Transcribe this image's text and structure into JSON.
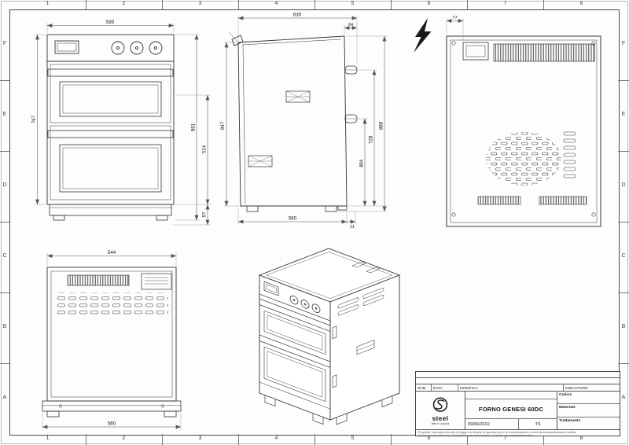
{
  "sheet": {
    "zones": {
      "columns": [
        "1",
        "2",
        "3",
        "4",
        "5",
        "6",
        "7",
        "8"
      ],
      "rows": [
        "F",
        "E",
        "D",
        "C",
        "B",
        "A"
      ]
    }
  },
  "views": {
    "front": {
      "name": "front-view",
      "dims": {
        "width": "595",
        "height": "767",
        "overall_height": "881",
        "inner_height": "514",
        "base_height": "97"
      }
    },
    "side": {
      "name": "side-view",
      "dims": {
        "depth": "635",
        "handle_offset": "64",
        "height": "847",
        "overall_height": "888",
        "upper": "728",
        "lower": "484",
        "body_depth": "560",
        "rear_offset": "21"
      }
    },
    "back": {
      "name": "back-view",
      "dims": {
        "terminal_offset": "77"
      }
    },
    "open_front": {
      "name": "lower-front-view",
      "dims": {
        "width_top": "544",
        "width_bottom": "560"
      }
    }
  },
  "title_block": {
    "revision_headers": [
      "NUM",
      "DATA",
      "MODIFICA",
      "ESECUTORE"
    ],
    "logo_text": "steel",
    "logo_tagline": "stile in cucina",
    "drawing_title": "FORNO GENESI 60DC",
    "field_labels": [
      "Codice",
      "Materiale",
      "Trattamento"
    ],
    "date": "09/06/2010",
    "sheet_code": "TS",
    "fine_print_1": "Proprieta' riservata a termini di legge con divieto di riproduzione e di comunicazione a terzi senza autorizzazione scritta.",
    "fine_print_2": "Quote senza indicazione di tolleranza secondo norma. Le quote sono espresse in mm."
  }
}
